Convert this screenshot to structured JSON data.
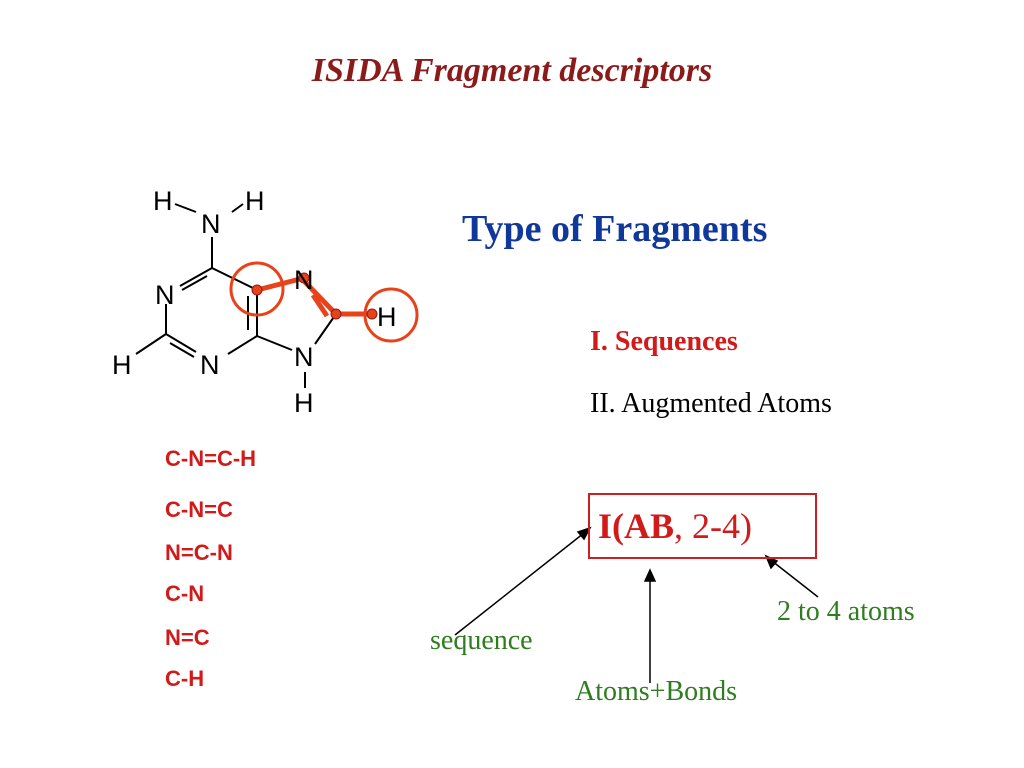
{
  "title": "ISIDA Fragment descriptors",
  "subtitle": "Type of Fragments",
  "types": {
    "first": "I. Sequences",
    "second": "II. Augmented Atoms"
  },
  "molecule": {
    "atoms": {
      "h_top_left": "H",
      "h_top_right": "H",
      "n_amino": "N",
      "n_left": "N",
      "n_bottom": "N",
      "h_left": "H",
      "n_imid_top": "N",
      "h_right": "H",
      "n_imid_bottom": "N",
      "h_bottom": "H"
    }
  },
  "fragments": [
    "C-N=C-H",
    "C-N=C",
    "N=C-N",
    "C-N",
    "N=C",
    "C-H"
  ],
  "notation": {
    "prefix": "I(",
    "bold": "AB",
    "rest": ", 2-4)"
  },
  "annotations": {
    "sequence": "sequence",
    "atoms_bonds": "Atoms+Bonds",
    "range": "2 to 4 atoms"
  },
  "colors": {
    "title": "#8b1a1a",
    "subtitle": "#10379a",
    "highlight": "#e8421b",
    "fragment": "#d11a1a",
    "annotation": "#2e7d1e"
  }
}
